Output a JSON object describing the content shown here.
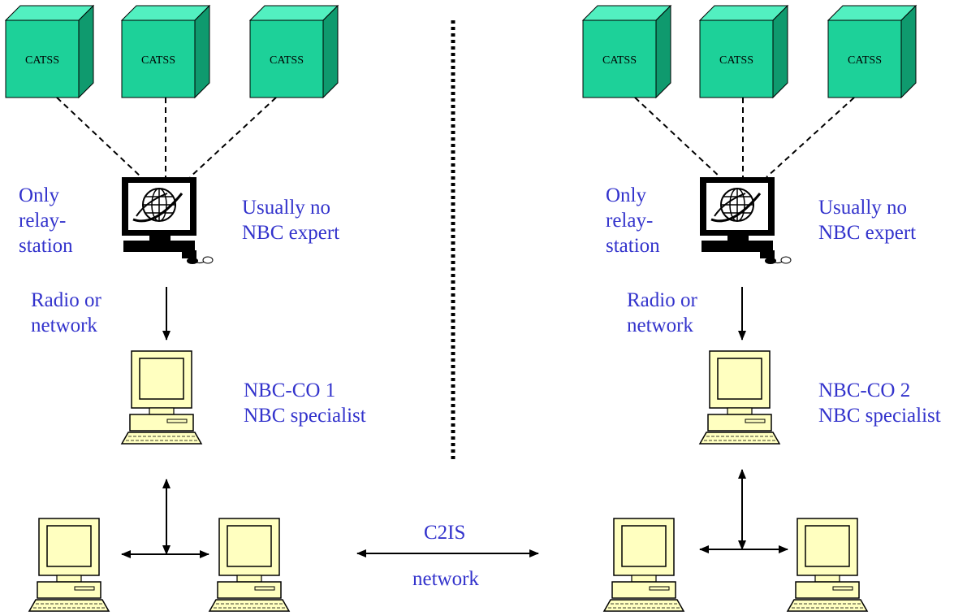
{
  "sites": [
    {
      "sensors": [
        "CATSS",
        "CATSS",
        "CATSS"
      ],
      "relay_label": [
        "Only",
        "relay-",
        "station"
      ],
      "expert_label": [
        "Usually no",
        "NBC expert"
      ],
      "link_label": [
        "Radio or",
        "network"
      ],
      "co_label": [
        "NBC-CO 1",
        "NBC specialist"
      ]
    },
    {
      "sensors": [
        "CATSS",
        "CATSS",
        "CATSS"
      ],
      "relay_label": [
        "Only",
        "relay-",
        "station"
      ],
      "expert_label": [
        "Usually no",
        "NBC expert"
      ],
      "link_label": [
        "Radio or",
        "network"
      ],
      "co_label": [
        "NBC-CO 2",
        "NBC specialist"
      ]
    }
  ],
  "c2is": {
    "top": "C2IS",
    "bottom": "network"
  },
  "colors": {
    "cube_front": "#1dd199",
    "cube_top": "#52f0c0",
    "cube_side": "#0f9a6e",
    "label": "#3333cc",
    "pc_fill": "#ffffc0"
  }
}
